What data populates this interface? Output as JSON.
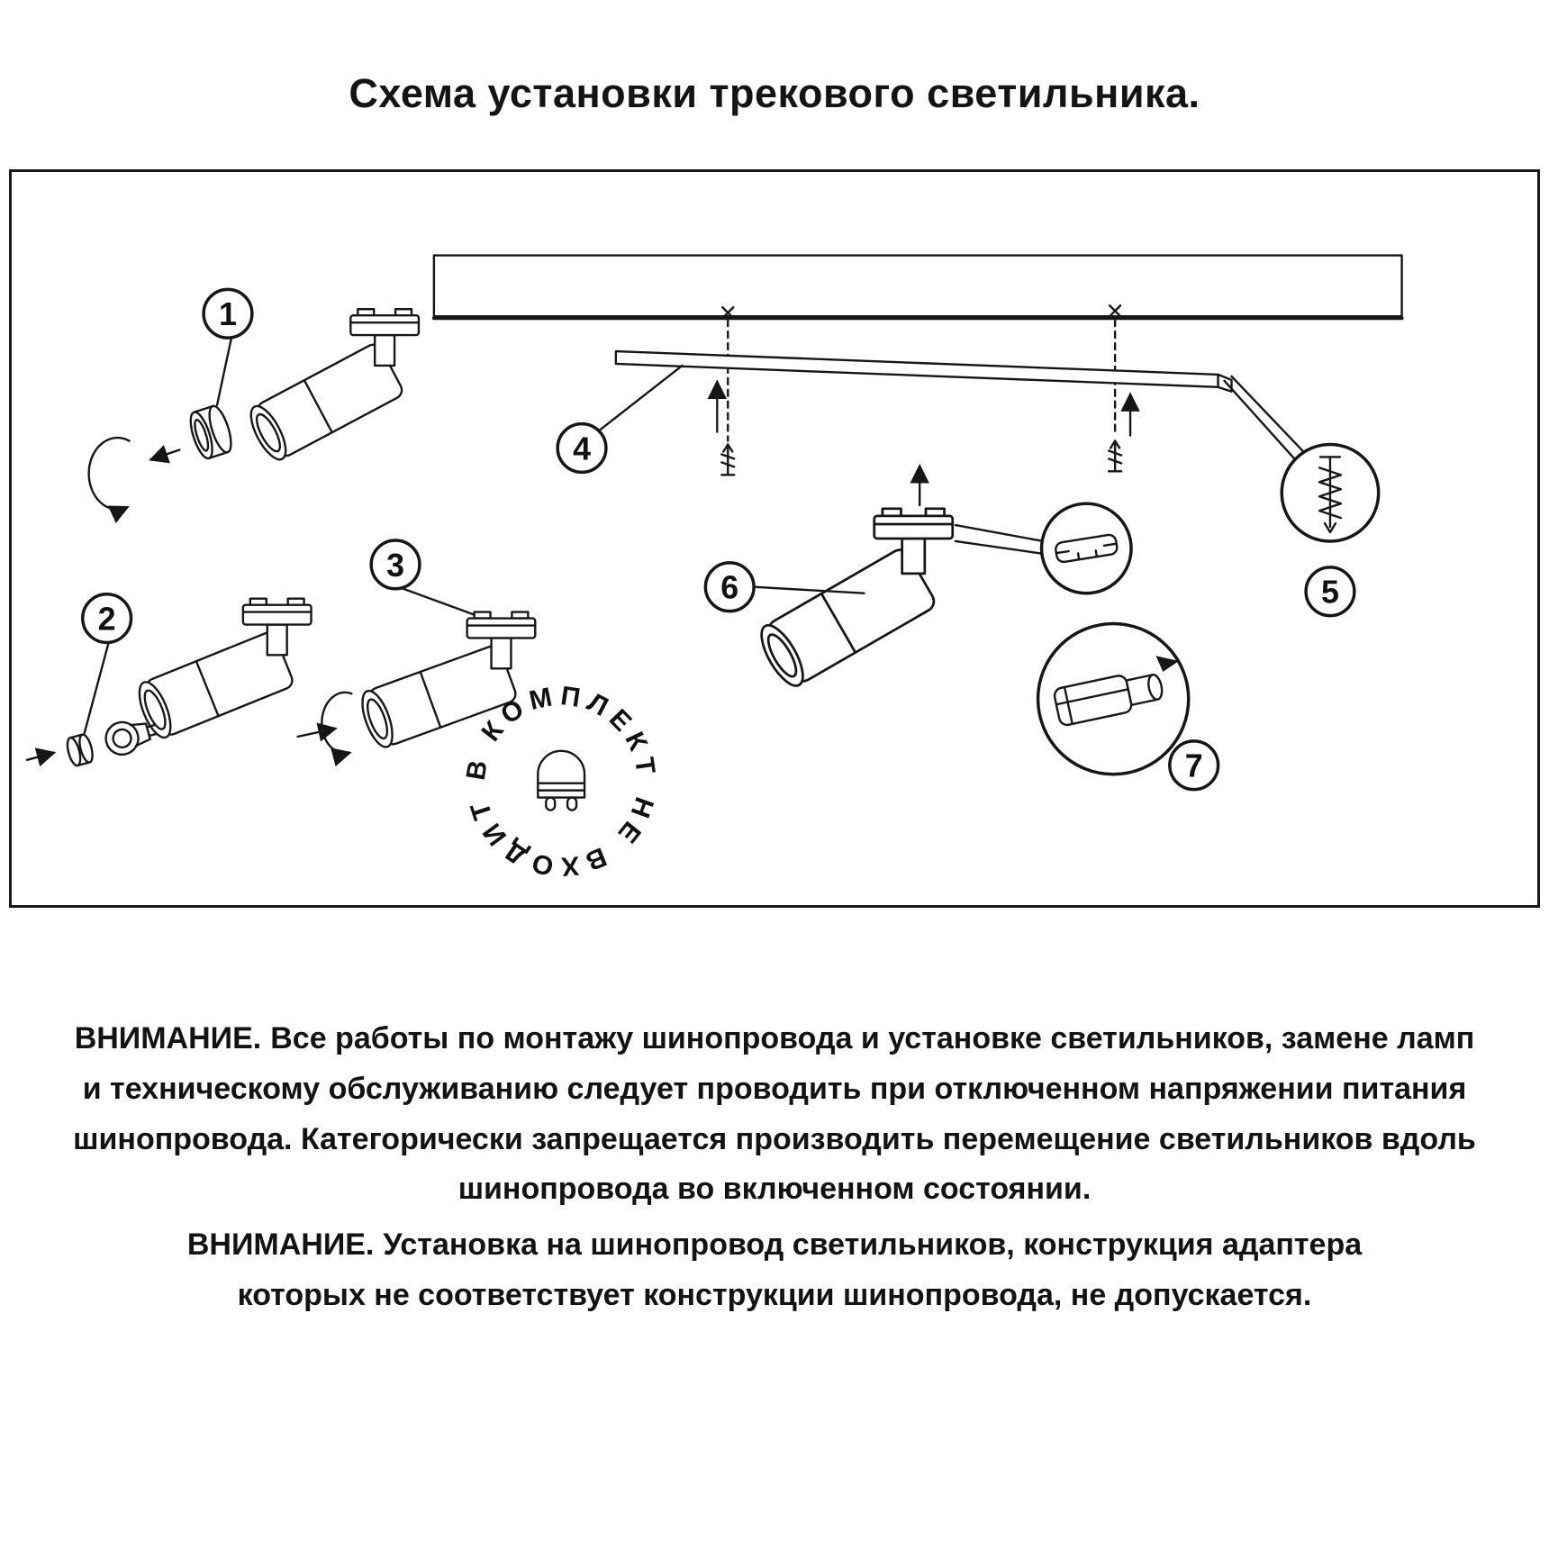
{
  "title": "Схема установки трекового светильника.",
  "callouts": {
    "n1": "1",
    "n2": "2",
    "n3": "3",
    "n4": "4",
    "n5": "5",
    "n6": "6",
    "n7": "7"
  },
  "stamp_text": "В КОМПЛЕКТ НЕ ВХОДИТ",
  "warnings": [
    {
      "label": "ВНИМАНИЕ.",
      "text": "Все работы по монтажу шинопровода и установке светильников, замене ламп и техническому обслуживанию следует проводить при отключенном напряжении питания шинопровода. Категорически запрещается производить перемещение светильников вдоль шинопровода во включенном состоянии."
    },
    {
      "label": "ВНИМАНИЕ.",
      "text": "Установка на шинопровод светильников, конструкция адаптера которых не соответствует конструкции шинопровода, не допускается."
    }
  ]
}
